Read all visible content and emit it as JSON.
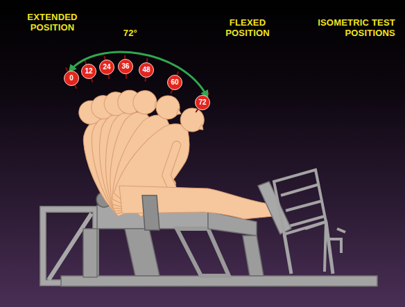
{
  "diagram": {
    "title": "ISOMETRIC TEST POSITIONS",
    "nodes": [
      {
        "text": [
          "0"
        ]
      },
      {
        "text": [
          "12"
        ]
      },
      {
        "text": [
          "24"
        ]
      },
      {
        "text": [
          "36"
        ]
      },
      {
        "text": [
          "48"
        ]
      },
      {
        "text": [
          "60"
        ]
      },
      {
        "text": [
          "72"
        ]
      }
    ],
    "edges": [
      {
        "from": 0,
        "to": 6,
        "arrow": "both",
        "label": "72°"
      }
    ],
    "labels": [
      "EXTENDED POSITION",
      "FLEXED POSITION"
    ]
  }
}
